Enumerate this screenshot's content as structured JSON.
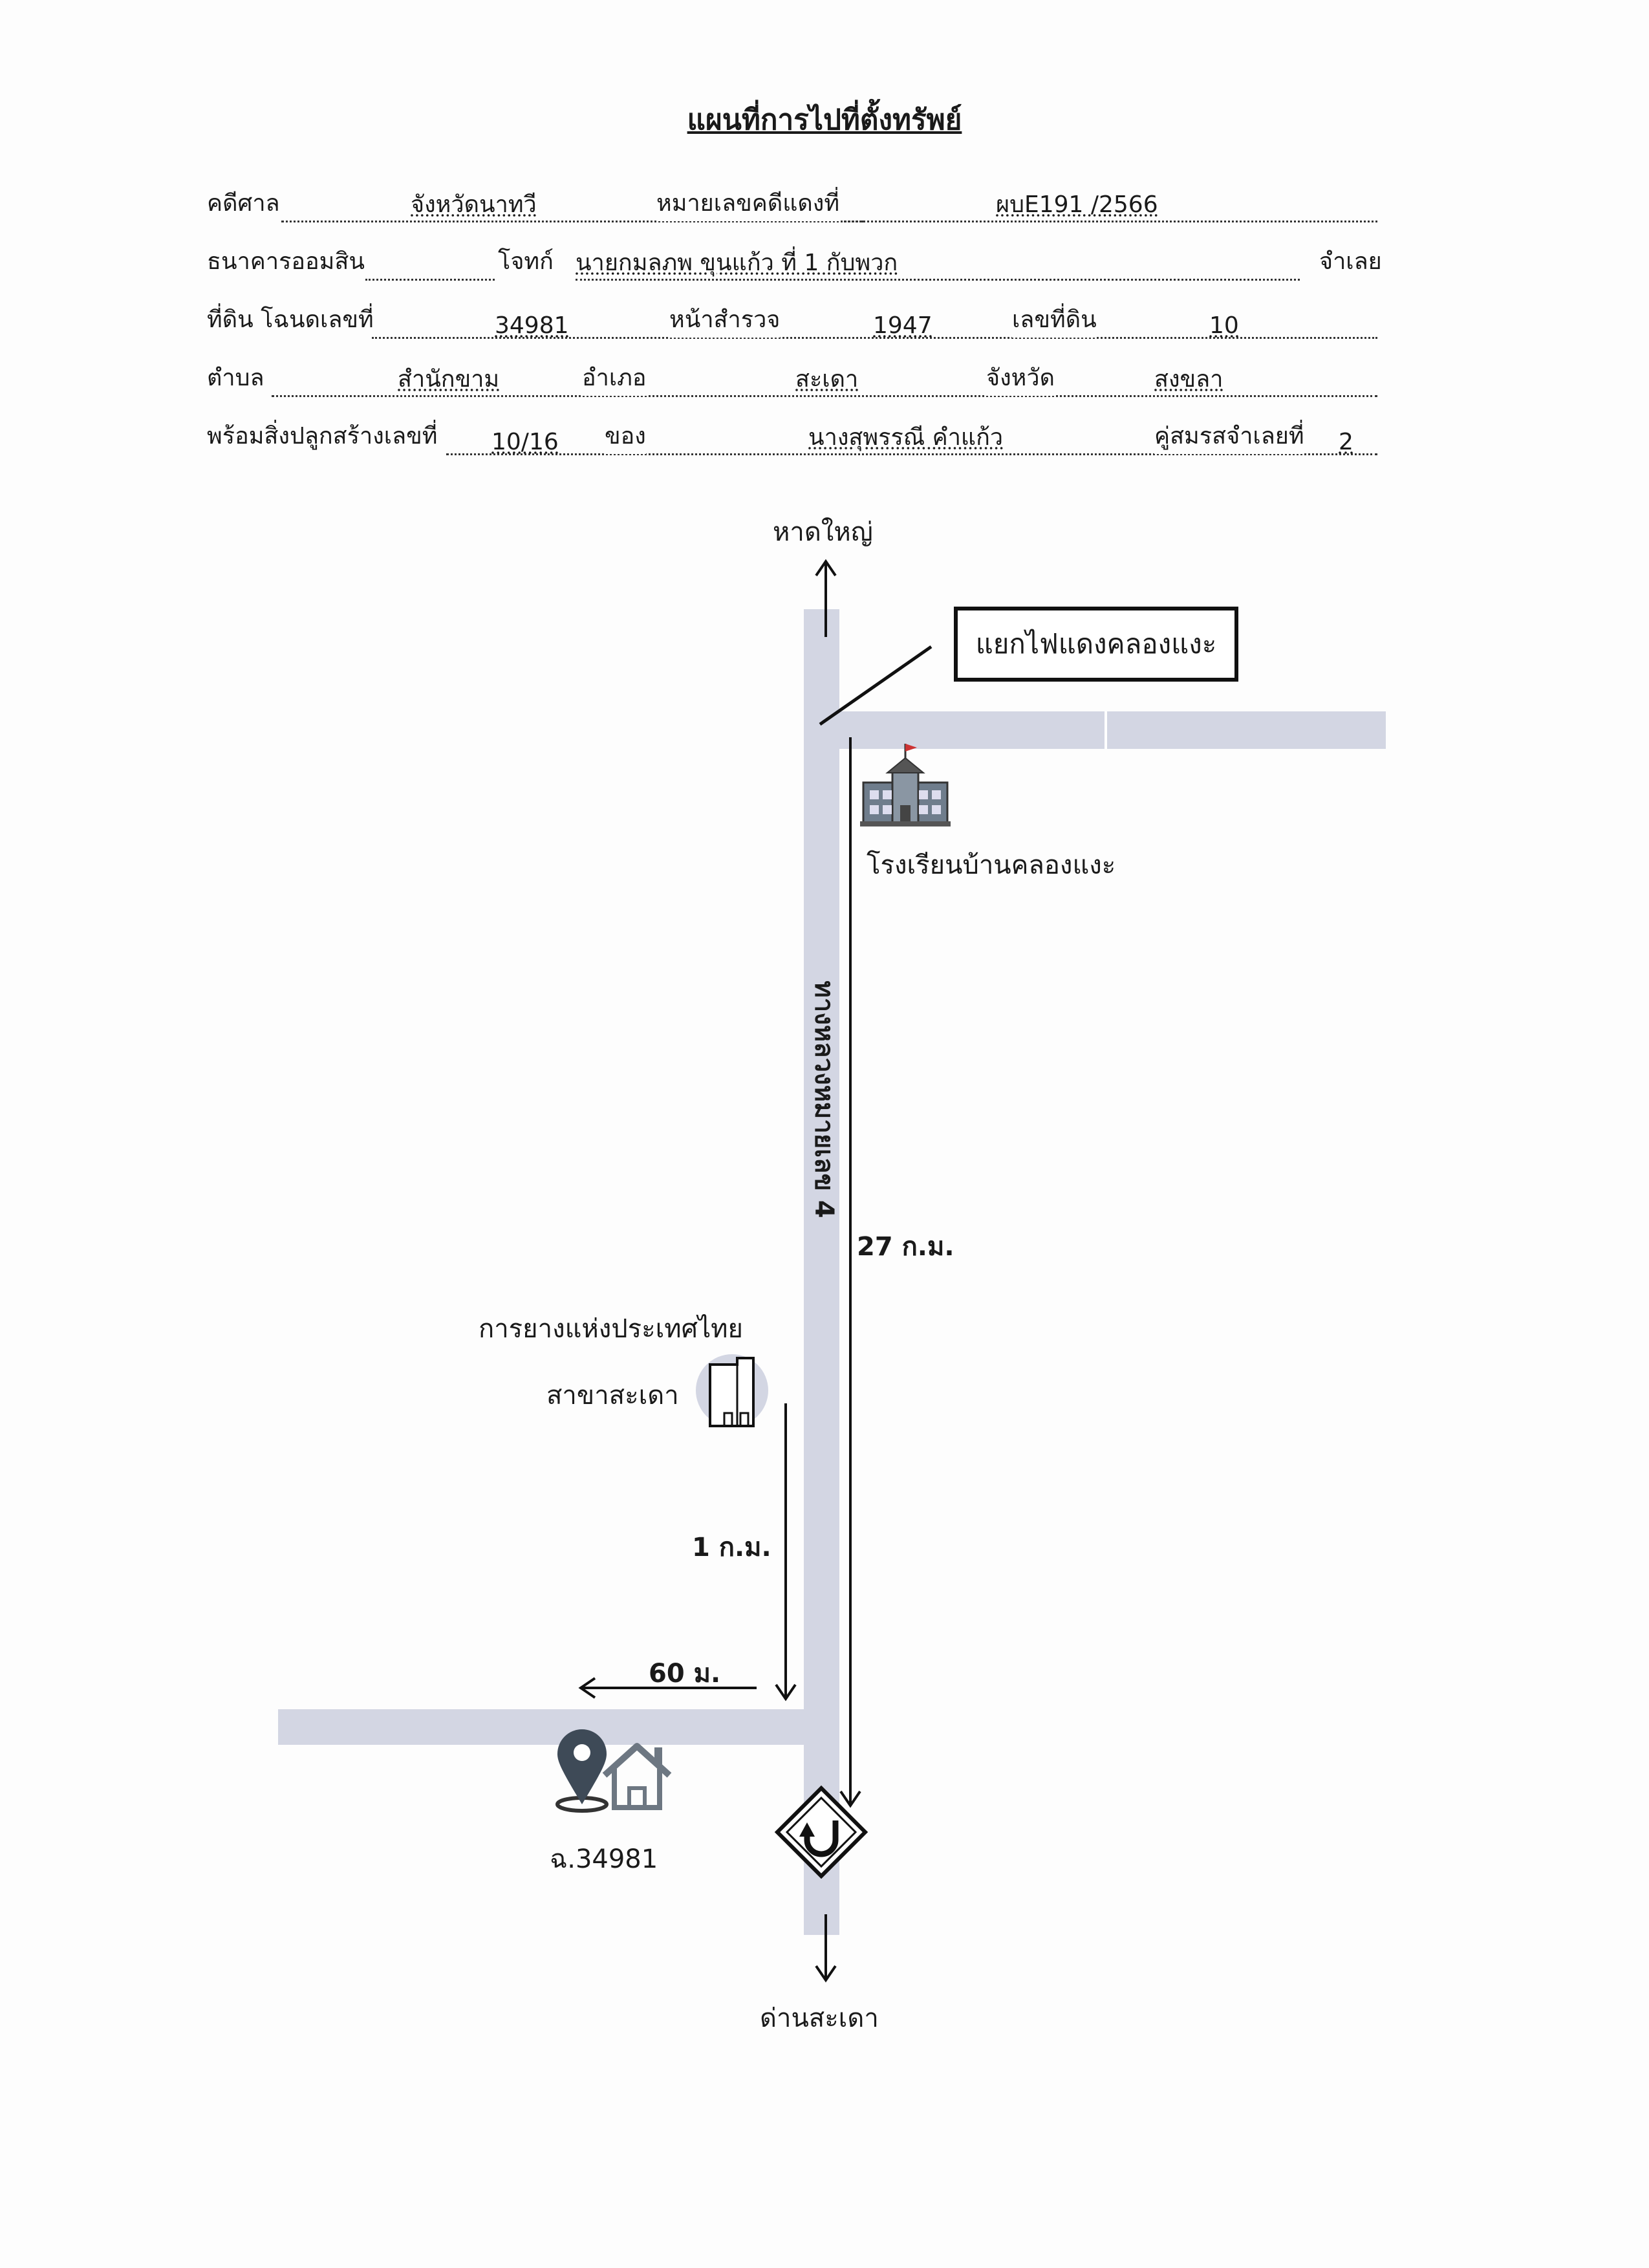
{
  "header": {
    "title": "แผนที่การไปที่ตั้งทรัพย์"
  },
  "form": {
    "court_label": "คดีศาล",
    "court_value": "จังหวัดนาทวี",
    "case_no_label": "หมายเลขคดีแดงที่",
    "case_no_value": "ผบE191 /2566",
    "plaintiff_value": "ธนาคารออมสิน",
    "plaintiff_role": "โจทก์",
    "defendant_value": "นายกมลภพ  ขุนแก้ว  ที่ 1 กับพวก",
    "defendant_role": "จำเลย",
    "deed_label": "ที่ดิน โฉนดเลขที่",
    "deed_value": "34981",
    "survey_label": "หน้าสำรวจ",
    "survey_value": "1947",
    "land_no_label": "เลขที่ดิน",
    "land_no_value": "10",
    "subdistrict_label": "ตำบล",
    "subdistrict_value": "สำนักขาม",
    "district_label": "อำเภอ",
    "district_value": "สะเดา",
    "province_label": "จังหวัด",
    "province_value": "สงขลา",
    "building_label": "พร้อมสิ่งปลูกสร้างเลขที่",
    "building_value": "10/16",
    "owner_label": "ของ",
    "owner_value": "นางสุพรรณี  คำแก้ว",
    "spouse_label": "คู่สมรสจำเลยที่",
    "spouse_value": "2"
  },
  "map": {
    "north_dest": "หาดใหญ่",
    "intersection": "แยกไฟแดงคลองแงะ",
    "school": "โรงเรียนบ้านคลองแงะ",
    "highway": "ทางหลวงหมายเลข 4",
    "distance_main": "27 ก.ม.",
    "rubber_authority_line1": "การยางแห่งประเทศไทย",
    "rubber_authority_line2": "สาขาสะเดา",
    "distance_branch": "1 ก.ม.",
    "distance_side": "60 ม.",
    "property_label": "ฉ.34981",
    "south_dest": "ด่านสะเดา",
    "road_color": "#d3d6e3"
  }
}
